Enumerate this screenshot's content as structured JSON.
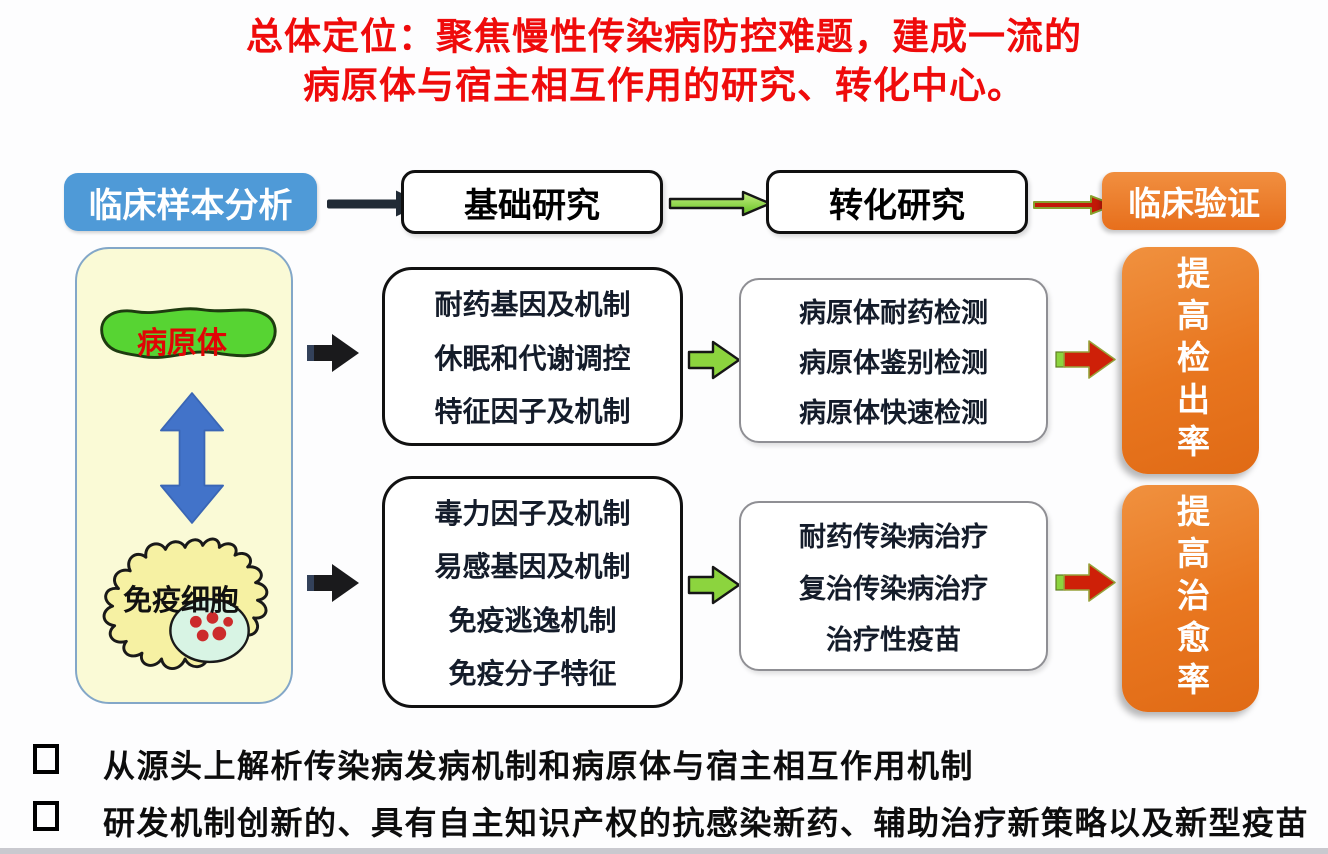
{
  "title": {
    "line1": "总体定位：聚焦慢性传染病防控难题，建成一流的",
    "line2": "病原体与宿主相互作用的研究、转化中心。"
  },
  "flow": {
    "steps": [
      {
        "label": "临床样本分析"
      },
      {
        "label": "基础研究"
      },
      {
        "label": "转化研究"
      },
      {
        "label": "临床验证"
      }
    ]
  },
  "left_panel": {
    "pathogen_label": "病原体",
    "immune_cell_label": "免疫细胞"
  },
  "basic_research": {
    "top": [
      "耐药基因及机制",
      "休眠和代谢调控",
      "特征因子及机制"
    ],
    "bottom": [
      "毒力因子及机制",
      "易感基因及机制",
      "免疫逃逸机制",
      "免疫分子特征"
    ]
  },
  "translational": {
    "top": [
      "病原体耐药检测",
      "病原体鉴别检测",
      "病原体快速检测"
    ],
    "bottom": [
      "耐药传染病治疗",
      "复治传染病治疗",
      "治疗性疫苗"
    ]
  },
  "outcomes": {
    "detection": "提高检出率",
    "cure": "提高治愈率"
  },
  "bullets": [
    "从源头上解析传染病发病机制和病原体与宿主相互作用机制",
    "研发机制创新的、具有自主知识产权的抗感染新药、辅助治疗新策略以及新型疫苗"
  ],
  "icons": {
    "flow_arrow_1": "black-right-arrow",
    "flow_arrow_2": "green-right-arrow",
    "flow_arrow_3": "red-right-arrow",
    "stage_arrow_black": "black-block-right-arrow",
    "stage_arrow_green": "green-block-right-arrow",
    "stage_arrow_red": "red-block-right-arrow",
    "interaction_arrow": "blue-double-vertical-arrow"
  },
  "colors": {
    "title_red": "#EF0B0B",
    "flow_blue": "#4F9AD7",
    "flow_orange": "#EC7A28",
    "panel_yellow": "#FAFAD6",
    "pathogen_green": "#57D433",
    "arrow_green": "#8CD43E",
    "arrow_red": "#C92008",
    "arrow_blue": "#4273C9",
    "box_text_dark": "#141C2A"
  }
}
